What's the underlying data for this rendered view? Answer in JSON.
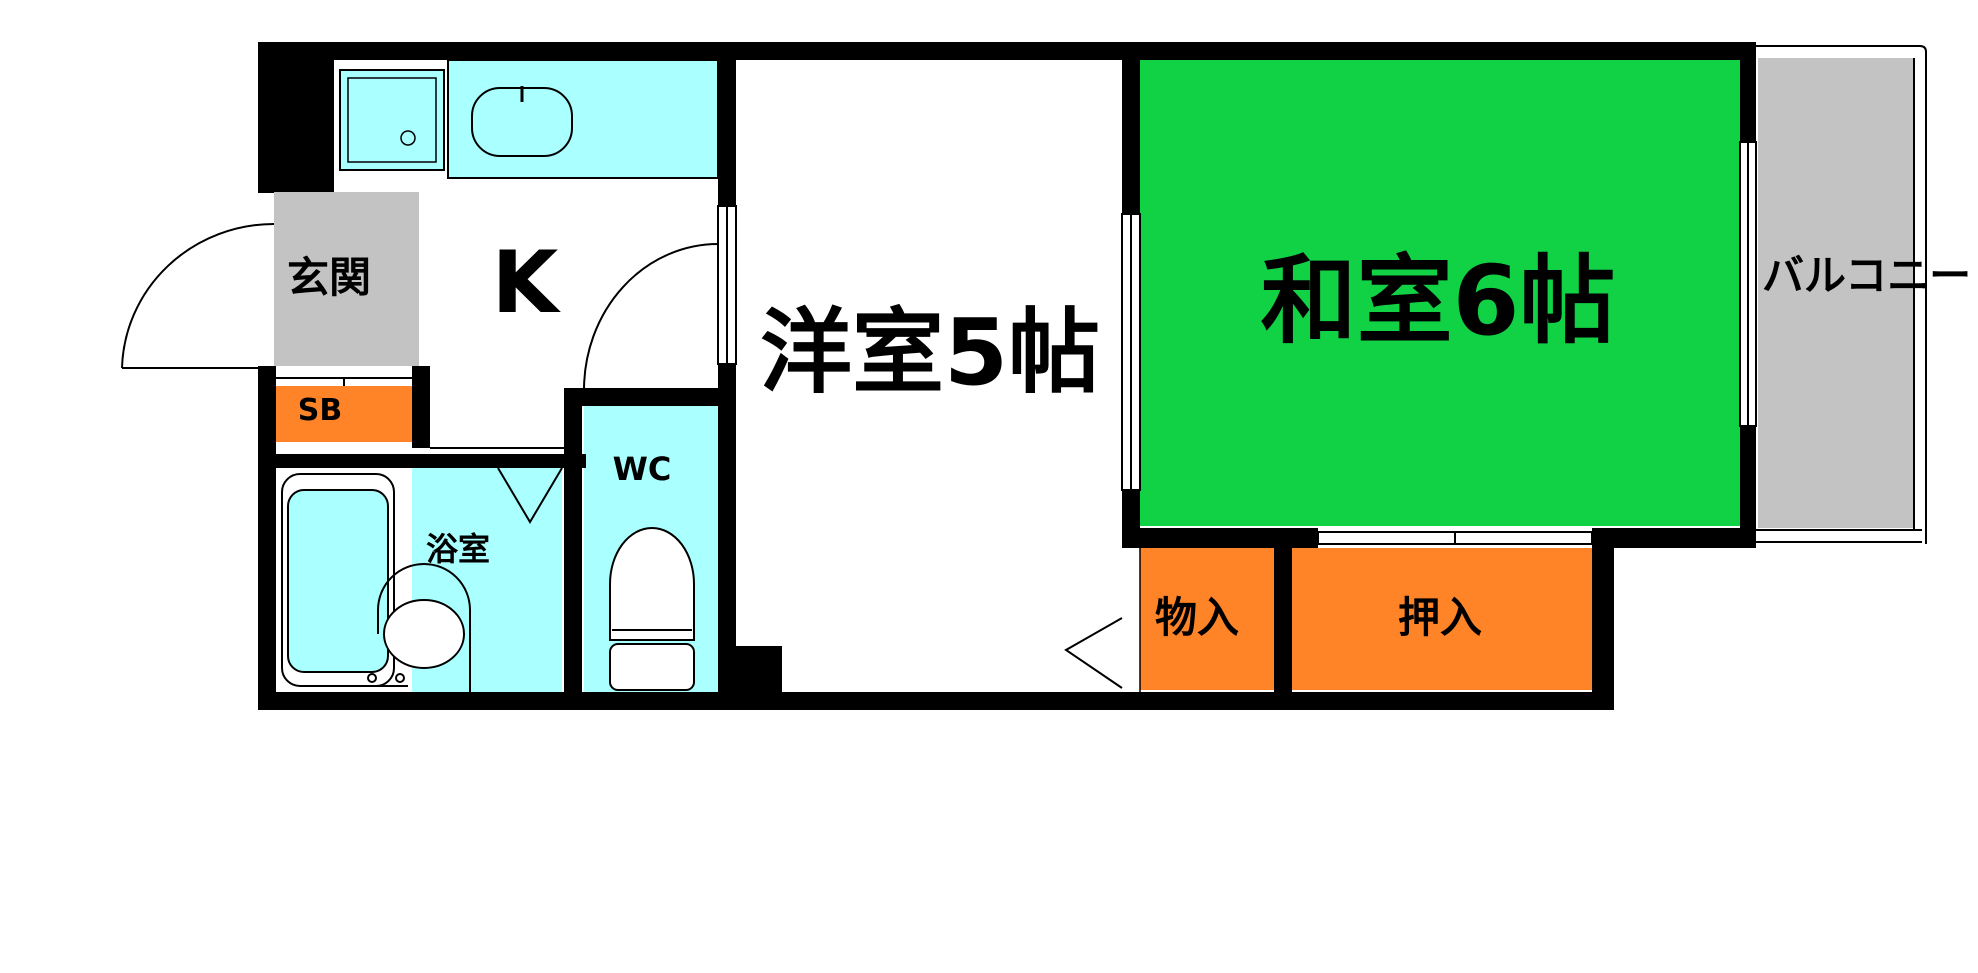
{
  "rooms": {
    "kitchen": {
      "label": "K"
    },
    "entrance": {
      "label": "玄関"
    },
    "shoe_box": {
      "label": "SB"
    },
    "bathroom": {
      "label": "浴室"
    },
    "toilet": {
      "label": "WC"
    },
    "western_room": {
      "label": "洋室5帖"
    },
    "japanese_room": {
      "label": "和室6帖"
    },
    "storage": {
      "label": "物入"
    },
    "closet": {
      "label": "押入"
    },
    "balcony": {
      "label": "バルコニー"
    }
  },
  "colors": {
    "wet_area": "#aaffff",
    "japanese_room": "#11d145",
    "storage": "#ff8327",
    "entrance": "#c3c3c3",
    "balcony": "#c3c3c3",
    "wall": "#000000",
    "floor": "#ffffff"
  }
}
